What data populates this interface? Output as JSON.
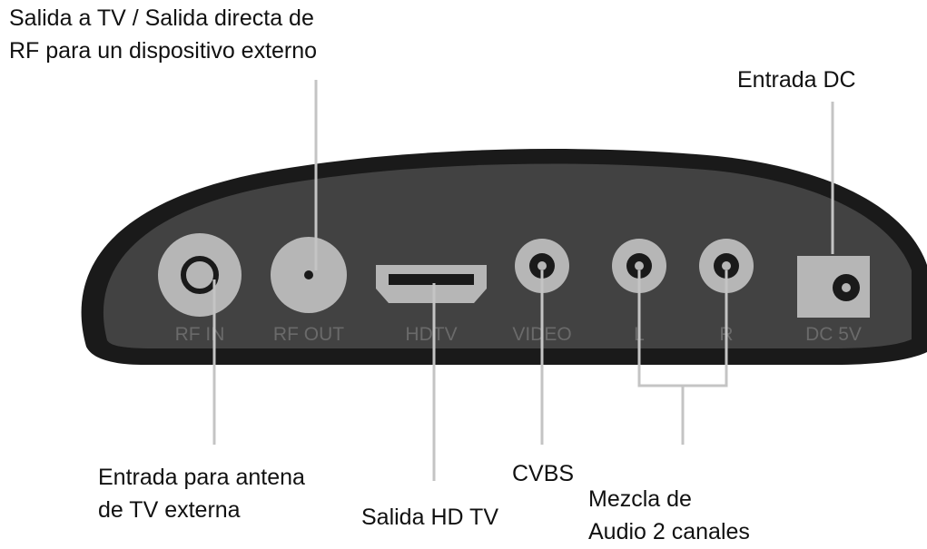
{
  "colors": {
    "body_outer": "#1a1a1a",
    "body_inner": "#424242",
    "port_grey": "#b6b6b6",
    "port_dark": "#1a1a1a",
    "panel_text": "#6a6a6a",
    "leader_line": "#c4c4c4",
    "callout_text": "#111111"
  },
  "panel_labels": {
    "rf_in": "RF IN",
    "rf_out": "RF OUT",
    "hdtv": "HDTV",
    "video": "VIDEO",
    "audio_l": "L",
    "audio_r": "R",
    "dc": "DC 5V"
  },
  "callouts": {
    "tv_out_line1": "Salida a TV / Salida directa de",
    "tv_out_line2": "RF para un dispositivo externo",
    "dc_in": "Entrada DC",
    "antenna_line1": "Entrada para antena",
    "antenna_line2": "de TV externa",
    "hd_out": "Salida HD TV",
    "cvbs": "CVBS",
    "audio_line1": "Mezcla de",
    "audio_line2": "Audio 2 canales"
  }
}
